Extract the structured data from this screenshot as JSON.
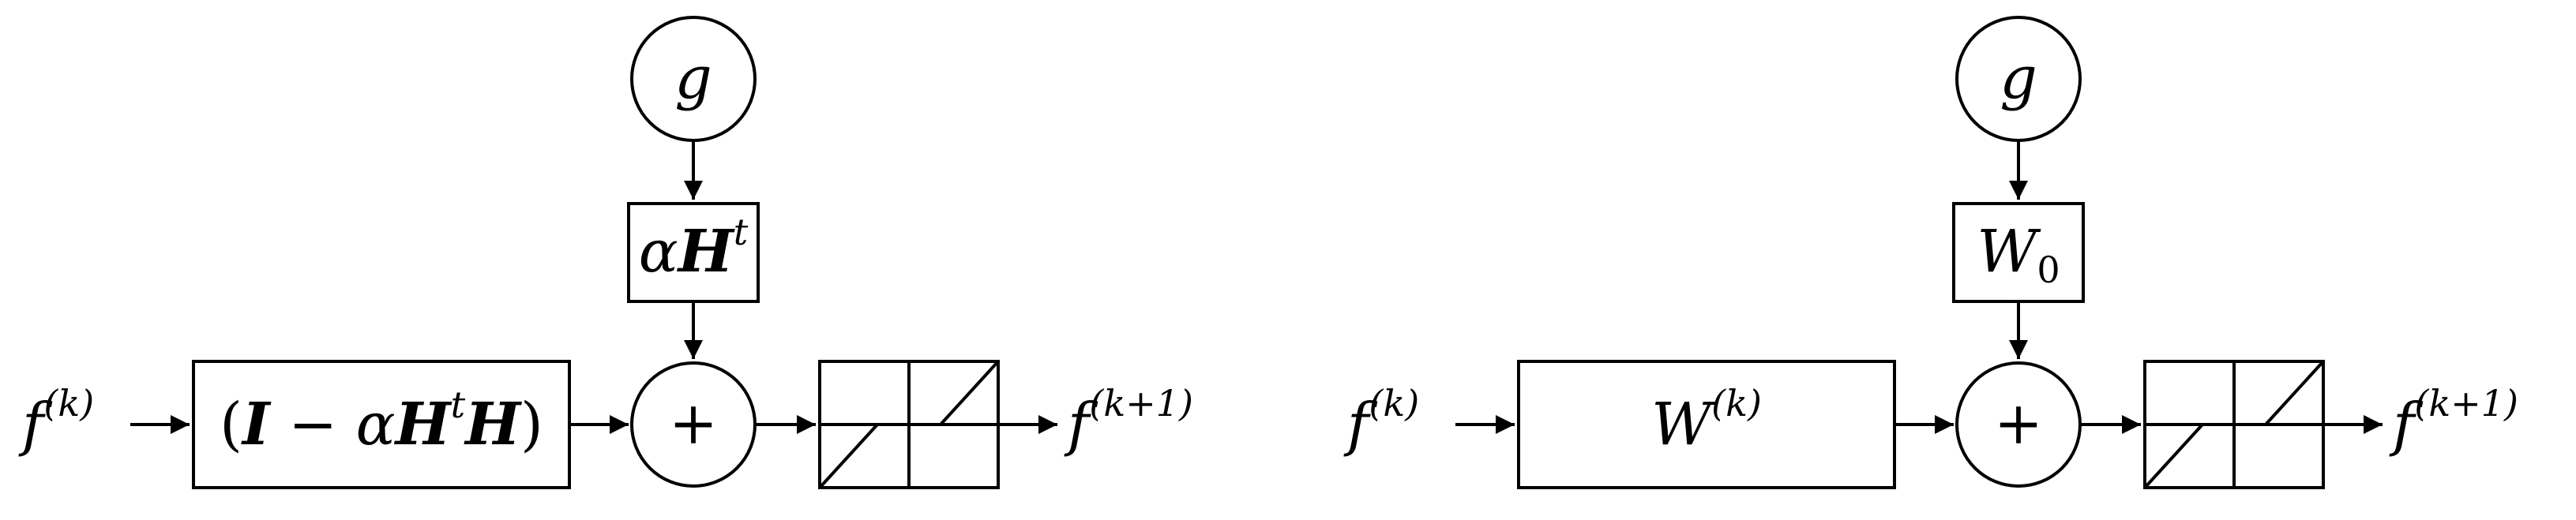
{
  "left": {
    "input": {
      "base": "f",
      "sup": "(k)"
    },
    "op_box": {
      "open": "(",
      "I": "I",
      "minus": " − ",
      "alpha": "α",
      "H1": "H",
      "t": "t",
      "H2": "H",
      "close": ")"
    },
    "g_node": "g",
    "top_box": {
      "alpha": "α",
      "H": "H",
      "t": "t"
    },
    "sum_node": "+",
    "output": {
      "base": "f",
      "sup": "(k+1)"
    }
  },
  "right": {
    "input": {
      "base": "f",
      "sup": "(k)"
    },
    "op_box": {
      "base": "W",
      "sup": "(k)"
    },
    "g_node": "g",
    "top_box": {
      "base": "W",
      "sub": "0"
    },
    "sum_node": "+",
    "output": {
      "base": "f",
      "sup": "(k+1)"
    }
  }
}
